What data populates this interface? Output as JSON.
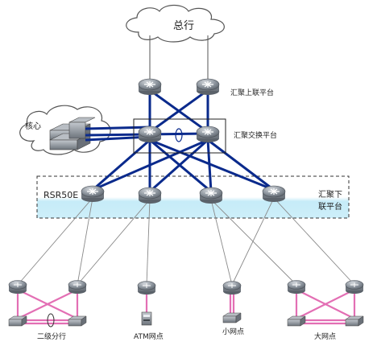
{
  "labels": {
    "head_office": "总行",
    "core": "核心",
    "agg_uplink": "汇聚上联平台",
    "agg_switch": "汇聚交换平台",
    "rsr": "RSR50E",
    "agg_downlink_1": "汇聚下",
    "agg_downlink_2": "联平台",
    "branch_secondary": "二级分行",
    "atm": "ATM网点",
    "small_site": "小网点",
    "large_site": "大网点"
  },
  "colors": {
    "trunk_blue": "#0a2a8c",
    "branch_pink": "#e36fb4",
    "thin_gray": "#8a8a8a",
    "band_blue": "#cfeef8",
    "device": "#8e959e"
  },
  "icons": {
    "router": "router-icon",
    "switch": "switch-icon",
    "cloud": "cloud-icon"
  }
}
